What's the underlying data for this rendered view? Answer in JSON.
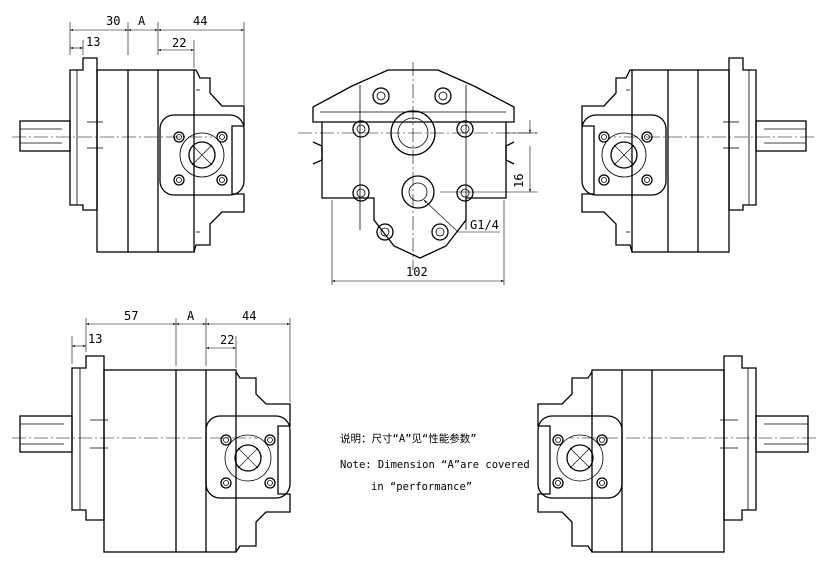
{
  "dimensions": {
    "v1_30": "30",
    "v1_A": "A",
    "v1_44": "44",
    "v1_13": "13",
    "v1_22": "22",
    "front_16": "16",
    "front_g14": "G1/4",
    "front_102": "102",
    "v4_57": "57",
    "v4_A": "A",
    "v4_44": "44",
    "v4_13": "13",
    "v4_22": "22"
  },
  "note": {
    "chinese": "说明：尺寸“A”见“性能参数”",
    "english_line1": "Note: Dimension “A”are covered",
    "english_line2": "in “performance”"
  }
}
